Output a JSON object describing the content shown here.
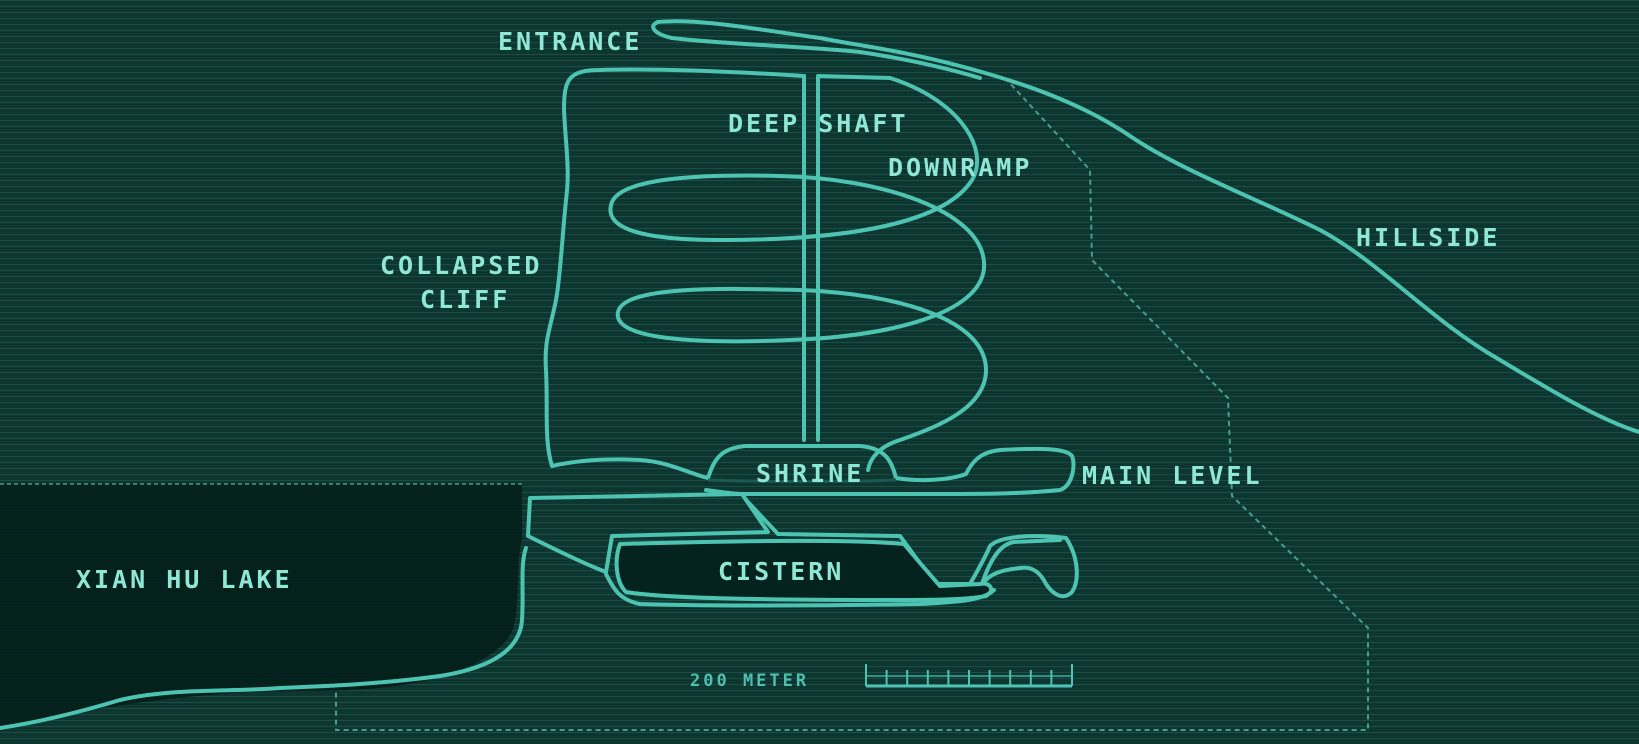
{
  "labels": {
    "entrance": "ENTRANCE",
    "deep_shaft": "DEEP SHAFT",
    "downramp": "DOWNRAMP",
    "hillside": "HILLSIDE",
    "collapsed_cliff_line1": "COLLAPSED",
    "collapsed_cliff_line2": "CLIFF",
    "shrine": "SHRINE",
    "main_level": "MAIN LEVEL",
    "cistern": "CISTERN",
    "lake": "XIAN HU LAKE"
  },
  "scale_bar": {
    "label": "200 METER",
    "ticks": 11
  },
  "colors": {
    "background": "#0e3631",
    "line": "#4dc3b1",
    "text": "#8fe8d6",
    "water": "#05211d"
  }
}
